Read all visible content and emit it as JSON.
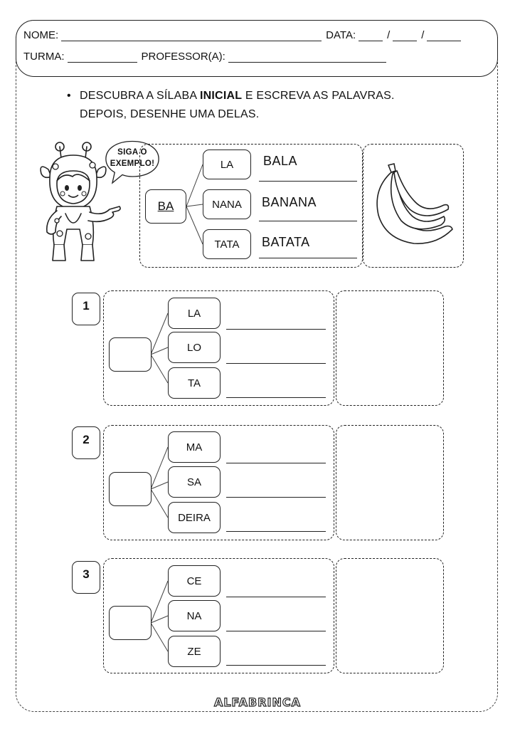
{
  "header": {
    "nome_label": "NOME:",
    "data_label": "DATA:",
    "data_sep": "/",
    "turma_label": "TURMA:",
    "professor_label": "PROFESSOR(A):"
  },
  "instructions": {
    "bullet": "•",
    "line1_pre": "DESCUBRA A SÍLABA ",
    "line1_bold": "INICIAL",
    "line1_post": " E ESCREVA AS PALAVRAS.",
    "line2": "DEPOIS, DESENHE UMA DELAS."
  },
  "example": {
    "speech": [
      "SIGA O",
      "EXEMPLO!"
    ],
    "syllable": "BA",
    "parts": [
      "LA",
      "NANA",
      "TATA"
    ],
    "words": [
      "BALA",
      "BANANA",
      "BATATA"
    ]
  },
  "exercises": [
    {
      "number": "1",
      "parts": [
        "LA",
        "LO",
        "TA"
      ]
    },
    {
      "number": "2",
      "parts": [
        "MA",
        "SA",
        "DEIRA"
      ]
    },
    {
      "number": "3",
      "parts": [
        "CE",
        "NA",
        "ZE"
      ]
    }
  ],
  "footer": {
    "logo": "ALFABRINCA"
  },
  "colors": {
    "ink": "#222222",
    "banana": "#ffffff"
  },
  "icons": {
    "mascot": "giraffe-costume-child-icon",
    "illustration": "banana-bunch-icon"
  }
}
